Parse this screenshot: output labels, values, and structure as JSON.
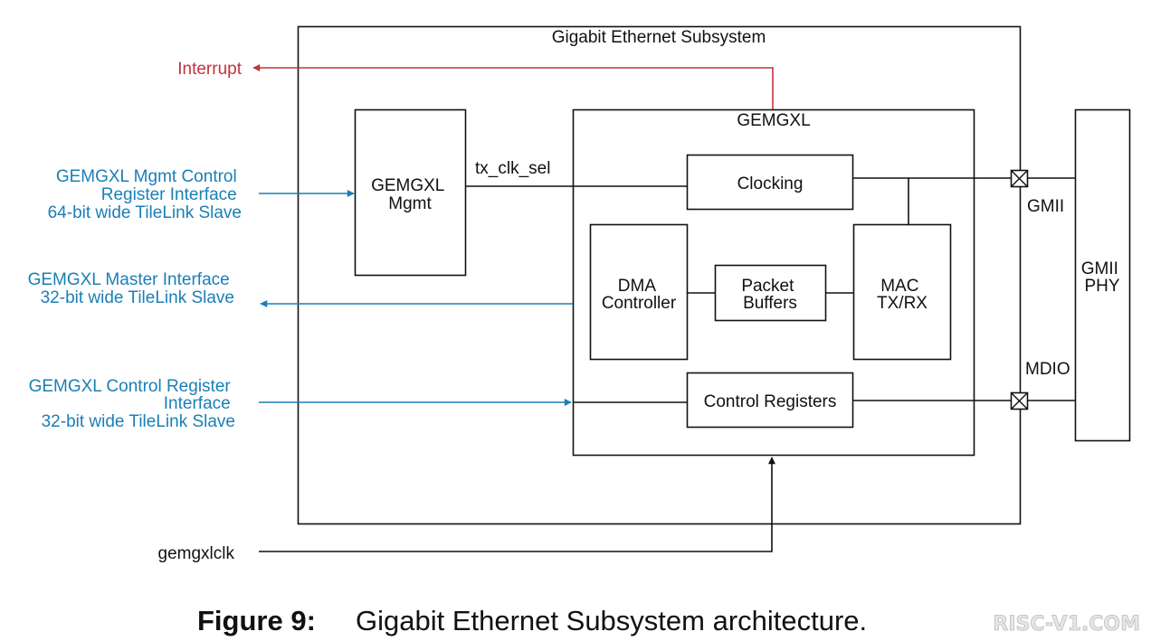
{
  "subsystem_title": "Gigabit Ethernet Subsystem",
  "blocks": {
    "mgmt": [
      "GEMGXL",
      "Mgmt"
    ],
    "gemgxl": "GEMGXL",
    "clocking": "Clocking",
    "dma": [
      "DMA",
      "Controller"
    ],
    "packet_buffers": [
      "Packet",
      "Buffers"
    ],
    "mac": [
      "MAC",
      "TX/RX"
    ],
    "control_registers": "Control Registers",
    "phy": [
      "GMII",
      "PHY"
    ]
  },
  "signals": {
    "interrupt": "Interrupt",
    "tx_clk_sel": "tx_clk_sel",
    "gmii": "GMII",
    "mdio": "MDIO",
    "clock_in": "gemgxlclk"
  },
  "interfaces": {
    "mgmt": [
      "GEMGXL Mgmt Control",
      "Register Interface",
      "64-bit wide TileLink Slave"
    ],
    "master": [
      "GEMGXL Master Interface",
      "32-bit wide TileLink Slave"
    ],
    "control": [
      "GEMGXL Control Register",
      "Interface",
      "32-bit wide TileLink Slave"
    ]
  },
  "caption": {
    "label": "Figure 9:",
    "text": "Gigabit Ethernet Subsystem architecture."
  },
  "watermark": "RISC-V1.COM",
  "colors": {
    "line": "#111111",
    "interface_blue": "#1a7fb5",
    "interrupt_red": "#c0343b"
  }
}
